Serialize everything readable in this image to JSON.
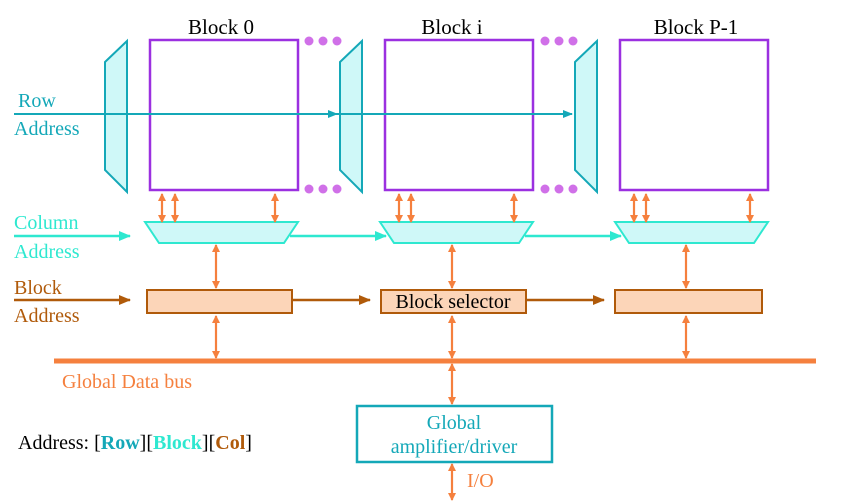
{
  "blocks": [
    {
      "label": "Block 0"
    },
    {
      "label": "Block i"
    },
    {
      "label": "Block P-1"
    }
  ],
  "signals": {
    "row": {
      "line1": "Row",
      "line2": "Address"
    },
    "column": {
      "line1": "Column",
      "line2": "Address"
    },
    "block": {
      "line1": "Block",
      "line2": "Address"
    }
  },
  "block_selector_label": "Block selector",
  "data_bus_label": "Global Data bus",
  "amplifier": {
    "line1": "Global",
    "line2": "amplifier/driver"
  },
  "io_label": "I/O",
  "address_format": {
    "prefix": "Address: ",
    "open1": "[",
    "row": "Row",
    "close1": "]",
    "open2": "[",
    "block": "Block",
    "close2": "]",
    "open3": "[",
    "col": "Col",
    "close3": "]"
  },
  "colors": {
    "row": "#14A8B8",
    "column": "#2EE8D0",
    "block": "#B05A0A",
    "bus": "#F5803E",
    "array_border": "#9B30E0",
    "dots": "#D070E8",
    "decoder_fill": "#CFF8F8",
    "selector_fill": "#FCD5B8"
  }
}
